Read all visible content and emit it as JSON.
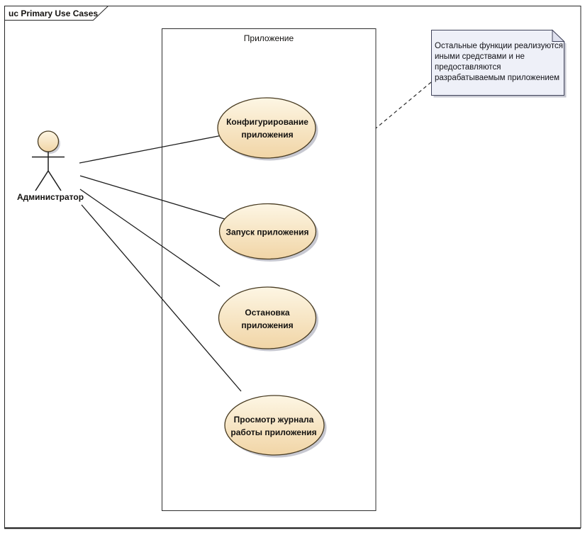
{
  "diagram": {
    "frame_title": "uc Primary Use Cases",
    "boundary_label": "Приложение",
    "actor": {
      "label": "Администратор"
    },
    "use_cases": [
      {
        "lines": [
          "Конфигурирование",
          "приложения"
        ]
      },
      {
        "lines": [
          "Запуск приложения"
        ]
      },
      {
        "lines": [
          "Остановка",
          "приложения"
        ]
      },
      {
        "lines": [
          "Просмотр журнала",
          "работы приложения"
        ]
      }
    ],
    "note": {
      "lines": [
        "Остальные функции реализуются",
        "иными средствами и не",
        "предоставляются",
        "разрабатываемым приложением"
      ]
    }
  },
  "colors": {
    "background": "#ffffff",
    "usecase_fill_top": "#fdf6e4",
    "usecase_fill_bottom": "#f1d5a6",
    "usecase_stroke": "#473a20",
    "note_fill": "#eef0f8",
    "note_fold_fill": "#dfe1ee",
    "note_stroke": "#41445b",
    "shadow": "#b9bac6",
    "line": "#1c1c1c",
    "frame_stroke": "#262626"
  }
}
